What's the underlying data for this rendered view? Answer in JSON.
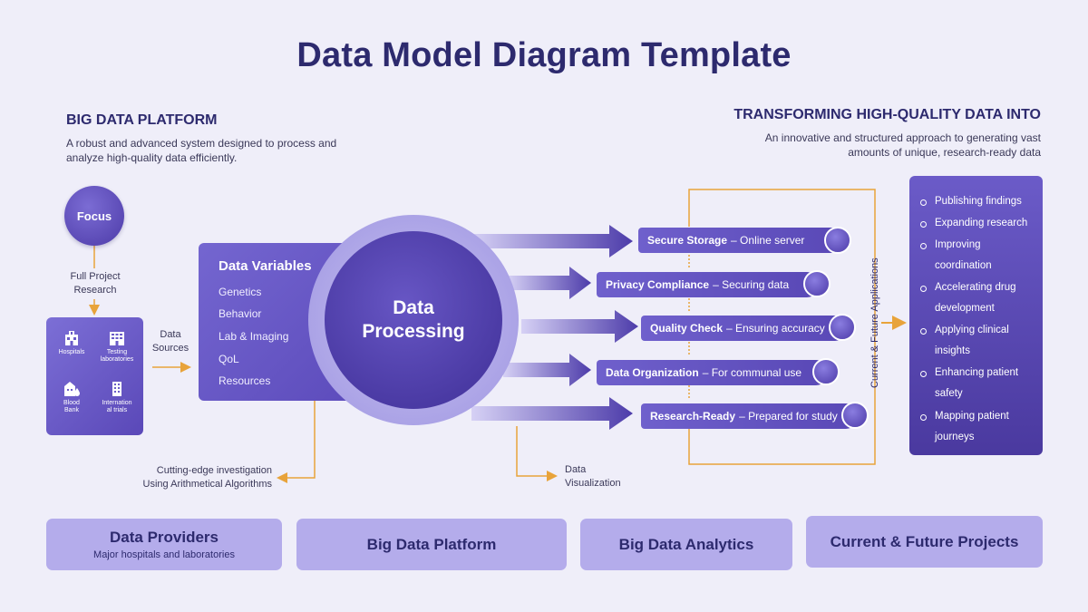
{
  "title": "Data Model Diagram Template",
  "left_header": {
    "heading": "BIG DATA PLATFORM",
    "description_line1": "A robust and advanced system designed to process and",
    "description_line2": "analyze high-quality data efficiently."
  },
  "right_header": {
    "heading": "TRANSFORMING HIGH-QUALITY DATA INTO",
    "description_line1": "An innovative and structured approach to generating vast",
    "description_line2": "amounts of unique, research-ready data"
  },
  "focus": {
    "label": "Focus",
    "caption_line1": "Full Project",
    "caption_line2": "Research"
  },
  "providers": [
    {
      "icon": "hospital-icon",
      "label_line1": "Hospitals",
      "label_line2": ""
    },
    {
      "icon": "lab-building-icon",
      "label_line1": "Testing",
      "label_line2": "laboratories"
    },
    {
      "icon": "blood-bank-icon",
      "label_line1": "Blood",
      "label_line2": "Bank"
    },
    {
      "icon": "office-building-icon",
      "label_line1": "Internation",
      "label_line2": "al trials"
    }
  ],
  "data_sources": {
    "line1": "Data",
    "line2": "Sources"
  },
  "data_variables": {
    "title": "Data Variables",
    "items": [
      "Genetics",
      "Behavior",
      "Lab & Imaging",
      "QoL",
      "Resources"
    ]
  },
  "processing": {
    "line1": "Data",
    "line2": "Processing"
  },
  "process_steps": [
    {
      "name": "Secure Storage",
      "desc": "– Online server"
    },
    {
      "name": "Privacy Compliance",
      "desc": "– Securing data"
    },
    {
      "name": "Quality Check",
      "desc": "– Ensuring accuracy"
    },
    {
      "name": "Data Organization",
      "desc": "– For communal use"
    },
    {
      "name": "Research-Ready",
      "desc": "– Prepared for study"
    }
  ],
  "vertical_label": "Current & Future Applications",
  "applications": [
    {
      "line1": "Publishing findings",
      "line2": ""
    },
    {
      "line1": "Expanding research",
      "line2": ""
    },
    {
      "line1": "Improving",
      "line2": "coordination"
    },
    {
      "line1": "Accelerating drug",
      "line2": "development"
    },
    {
      "line1": "Applying clinical",
      "line2": "insights"
    },
    {
      "line1": "Enhancing patient",
      "line2": "safety"
    },
    {
      "line1": "Mapping patient",
      "line2": "journeys"
    }
  ],
  "algorithms_note": {
    "line1": "Cutting-edge investigation",
    "line2": "Using Arithmetical Algorithms"
  },
  "visualization_note": {
    "line1": "Data",
    "line2": "Visualization"
  },
  "bottom_cards": [
    {
      "title": "Data Providers",
      "desc": "Major hospitals and laboratories"
    },
    {
      "title": "Big Data Platform",
      "desc": ""
    },
    {
      "title": "Big Data Analytics",
      "desc": ""
    },
    {
      "title": "Current & Future Projects",
      "desc": ""
    }
  ],
  "colors": {
    "title": "#2d2a6e",
    "accent": "#5a48b8",
    "connector": "#e8a33a",
    "background": "#efeef9"
  }
}
